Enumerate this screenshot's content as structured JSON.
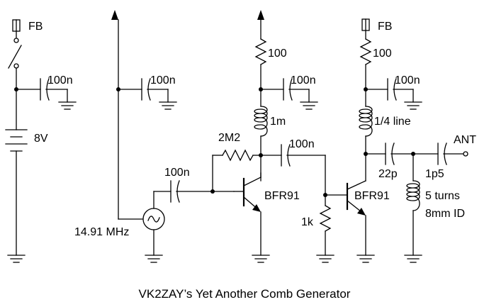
{
  "caption": "VK2ZAY’s Yet Another Comb Generator",
  "labels": {
    "fb_left": "FB",
    "fb_right": "FB",
    "battery": "8V",
    "c_left_bypass": "100n",
    "c_mid_bypass": "100n",
    "c_q1_bypass": "100n",
    "c_q2_bypass": "100n",
    "r_q1_collector": "100",
    "r_q2_collector": "100",
    "l_q1": "1m",
    "l_q2": "1/4 line",
    "r_bias": "2M2",
    "c_coupling_mid": "100n",
    "c_input": "100n",
    "q1": "BFR91",
    "q2": "BFR91",
    "r_q2_base": "1k",
    "oscillator": "14.91 MHz",
    "c_out1": "22p",
    "c_out2": "1p5",
    "l_out_1": "5 turns",
    "l_out_2": "8mm ID",
    "antenna": "ANT"
  }
}
